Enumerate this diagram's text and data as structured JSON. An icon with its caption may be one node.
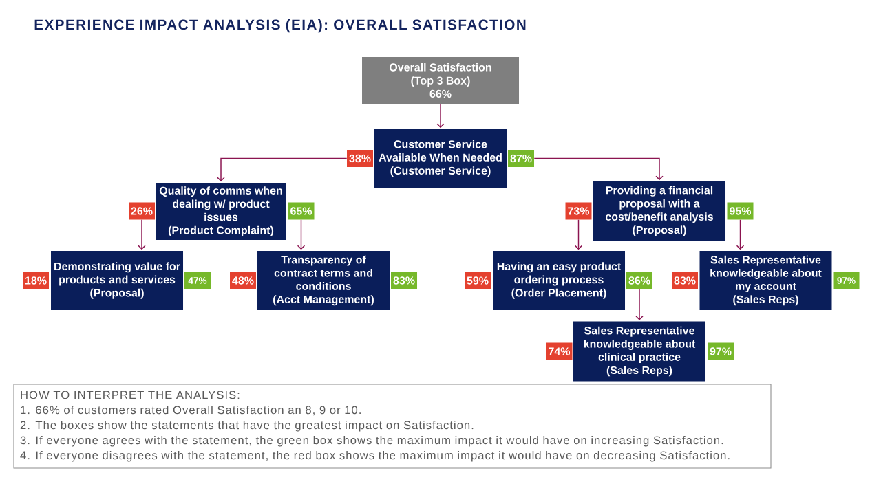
{
  "diagram": {
    "title": "EXPERIENCE IMPACT ANALYSIS (EIA): OVERALL SATISFACTION",
    "nodes": [
      {
        "text": [
          "Overall Satisfaction",
          "(Top 3 Box)",
          "66%"
        ]
      },
      {
        "text": [
          "38%"
        ]
      },
      {
        "text": [
          "Customer Service Available When Needed",
          "(Customer Service)"
        ]
      },
      {
        "text": [
          "87%"
        ]
      },
      {
        "text": [
          "26%"
        ]
      },
      {
        "text": [
          "Quality of comms when dealing w/ product issues",
          "(Product Complaint)"
        ]
      },
      {
        "text": [
          "65%"
        ]
      },
      {
        "text": [
          "73%"
        ]
      },
      {
        "text": [
          "Providing a financial proposal with a cost/benefit analysis",
          "(Proposal)"
        ]
      },
      {
        "text": [
          "95%"
        ]
      },
      {
        "text": [
          "18%"
        ]
      },
      {
        "text": [
          "Demonstrating value for products and services",
          "(Proposal)"
        ]
      },
      {
        "text": [
          "47%"
        ]
      },
      {
        "text": [
          "48%"
        ]
      },
      {
        "text": [
          "Transparency of contract terms and conditions",
          "(Acct Management)"
        ]
      },
      {
        "text": [
          "83%"
        ]
      },
      {
        "text": [
          "59%"
        ]
      },
      {
        "text": [
          "Having an easy product ordering process",
          "(Order Placement)"
        ]
      },
      {
        "text": [
          "86%"
        ]
      },
      {
        "text": [
          "83%"
        ]
      },
      {
        "text": [
          "Sales Representative knowledgeable about my account",
          "(Sales Reps)"
        ]
      },
      {
        "text": [
          "97%"
        ]
      },
      {
        "text": [
          "74%"
        ]
      },
      {
        "text": [
          "Sales Representative knowledgeable about clinical practice",
          "(Sales Reps)"
        ]
      },
      {
        "text": [
          "97%"
        ]
      },
      {
        "text": [
          "HOW TO INTERPRET THE ANALYSIS:",
          "1. 66% of customers rated Overall Satisfaction an 8, 9 or 10.",
          "2. The boxes show the statements that have the greatest impact on Satisfaction.",
          "3. If everyone agrees with the statement, the green box shows the maximum impact it would have on increasing Satisfaction.",
          "4. If everyone disagrees with the statement, the red box shows the maximum impact it would have on decreasing Satisfaction."
        ]
      }
    ],
    "edges": [
      {
        "from": 0,
        "to": 2,
        "arrow": "to"
      },
      {
        "from": 1,
        "to": 5,
        "arrow": "to"
      },
      {
        "from": 3,
        "to": 8,
        "arrow": "to"
      },
      {
        "from": 4,
        "to": 11,
        "arrow": "to"
      },
      {
        "from": 6,
        "to": 14,
        "arrow": "to"
      },
      {
        "from": 7,
        "to": 17,
        "arrow": "to"
      },
      {
        "from": 9,
        "to": 20,
        "arrow": "to"
      },
      {
        "from": 18,
        "to": 23,
        "arrow": "to"
      }
    ]
  }
}
